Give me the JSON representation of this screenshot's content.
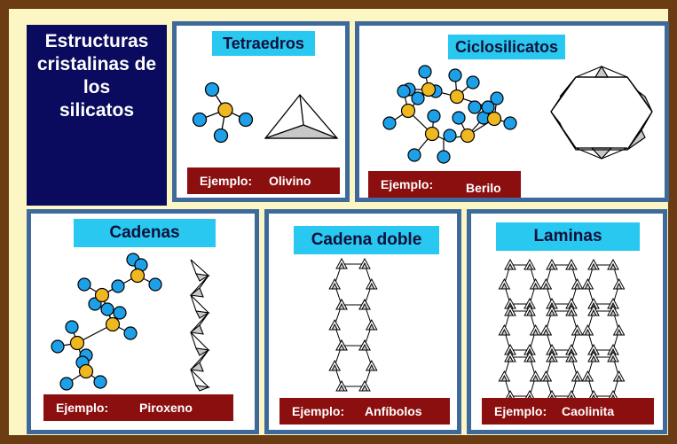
{
  "heading": "Estructuras\ncristalinas de\nlos\nsilicatos",
  "panels": {
    "tetraedros": {
      "title": "Tetraedros",
      "example_label": "Ejemplo:",
      "example_value": "Olivino"
    },
    "ciclosilicatos": {
      "title": "Ciclosilicatos",
      "example_label": "Ejemplo:",
      "example_value": "Berilo"
    },
    "cadenas": {
      "title": "Cadenas",
      "example_label": "Ejemplo:",
      "example_value": "Piroxeno"
    },
    "cadena_doble": {
      "title": "Cadena doble",
      "example_label": "Ejemplo:",
      "example_value": "Anfíbolos"
    },
    "laminas": {
      "title": "Laminas",
      "example_label": "Ejemplo:",
      "example_value": "Caolinita"
    }
  },
  "colors": {
    "frame": "#6b3b12",
    "background": "#fbf6c4",
    "title_box": "#0a0a5e",
    "panel_border": "#3d6a9a",
    "panel_title": "#28c8f0",
    "example_box": "#8c0f0f",
    "oxygen_atom": "#1ea0e8",
    "silicon_atom": "#f0b820",
    "tetrahedron_face": "#c8c8c8"
  }
}
